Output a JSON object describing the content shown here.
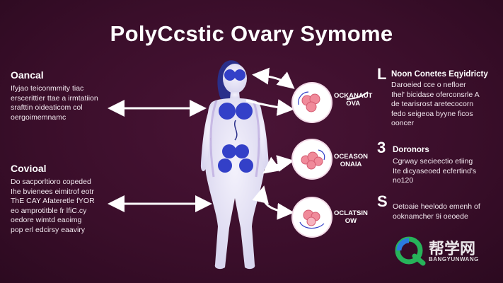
{
  "title": "PolyCcstic Ovary Symome",
  "left_sections": [
    {
      "heading": "Oancal",
      "lines": [
        "Ifyjao teiconmmity tiac",
        "erscerittier ttae a irmtatiion",
        "srafttin oideaticom col",
        "oergoimemnamc"
      ]
    },
    {
      "heading": "Covioal",
      "lines": [
        "Do sacporltioro copeded",
        "Ihe bvienees eimitrof eotr",
        "ThE CAY Afateretle fYOR",
        "eo amprotitble fr lfiC.cy",
        "oedore wimtd eaoimg",
        "pop erl edcirsy eaaviry"
      ]
    }
  ],
  "right_sections": [
    {
      "number": "L",
      "heading": "Noon Conetes Eqyidricty",
      "lines": [
        "Daroeied cce o nefloer",
        "Ihel' bicidase oferconsrle A",
        "de tearisrost aretecocorn",
        "fedo seigeoa byyne ficos",
        "ooncer"
      ]
    },
    {
      "number": "3",
      "heading": "Doronors",
      "lines": [
        "Cgrway secieectio etiing",
        "Ite dicyaseoed ecfertind's",
        "no120"
      ]
    },
    {
      "number": "S",
      "heading": "",
      "lines": [
        "Oetoaie heelodo emenh of",
        "ooknamcher 9i oeoede"
      ]
    }
  ],
  "circle_labels": [
    [
      "OCKANAUT",
      "OVA"
    ],
    [
      "OCEASON",
      "ONAIA"
    ],
    [
      "OCLATSIN",
      "OW"
    ]
  ],
  "watermark": {
    "main": "帮学网",
    "sub": "BANGYUNWANG"
  },
  "colors": {
    "background": "#3b0f2b",
    "figure": "#e8e6f7",
    "organ_blue": "#3340c8",
    "hair": "#2a2f8a",
    "ovary_pink": "#f08a9a",
    "arrow": "#ffffff"
  }
}
